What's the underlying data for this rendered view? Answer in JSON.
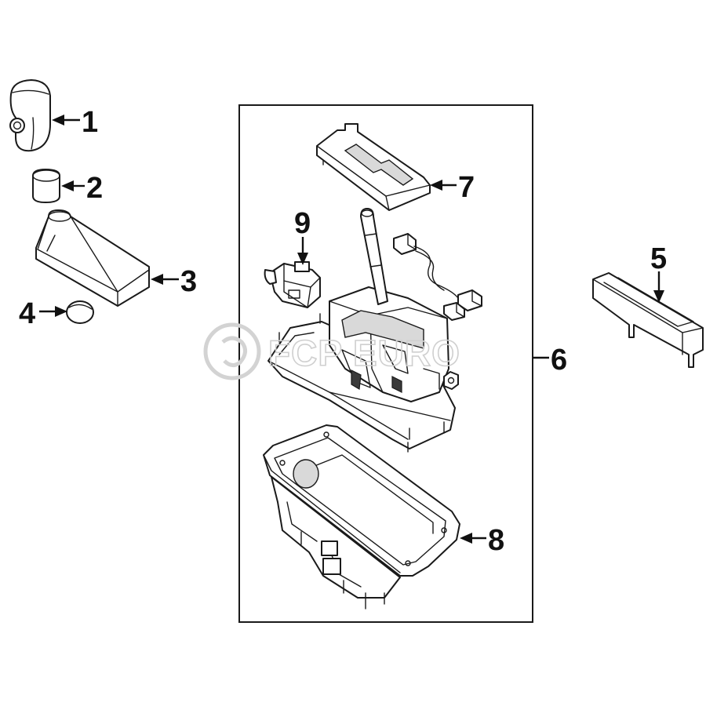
{
  "diagram": {
    "callouts": [
      "1",
      "2",
      "3",
      "4",
      "5",
      "6",
      "7",
      "8",
      "9"
    ]
  },
  "watermark": {
    "text": "FCP EURO"
  }
}
